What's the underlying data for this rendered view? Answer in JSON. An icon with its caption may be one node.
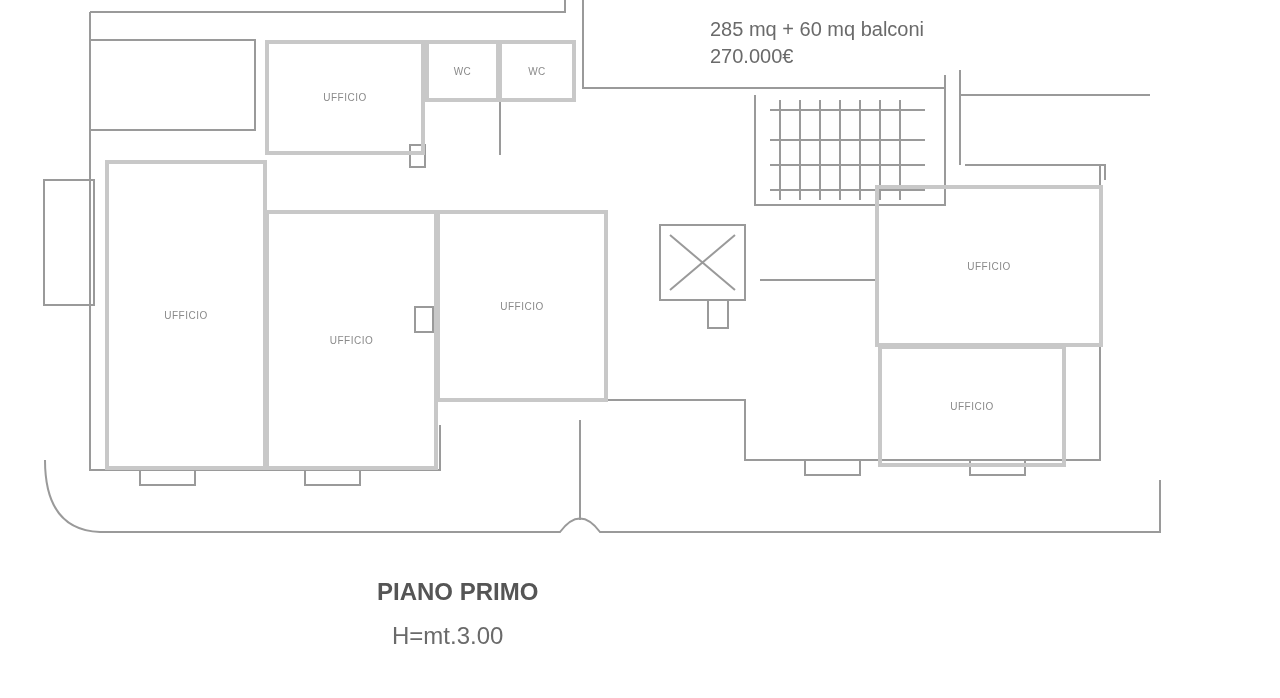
{
  "diagram": {
    "title": "PIANO PRIMO",
    "nodes": [
      {
        "text": [
          "UFFICIO"
        ]
      },
      {
        "text": [
          "WC"
        ]
      },
      {
        "text": [
          "WC"
        ]
      },
      {
        "text": [
          "UFFICIO"
        ]
      },
      {
        "text": [
          "UFFICIO"
        ]
      },
      {
        "text": [
          "UFFICIO"
        ]
      },
      {
        "text": [
          "UFFICIO"
        ]
      },
      {
        "text": [
          "UFFICIO"
        ]
      }
    ],
    "edges": [],
    "labels": [
      "285 mq + 60 mq balconi",
      "270.000€",
      "H=mt.3.00"
    ]
  }
}
